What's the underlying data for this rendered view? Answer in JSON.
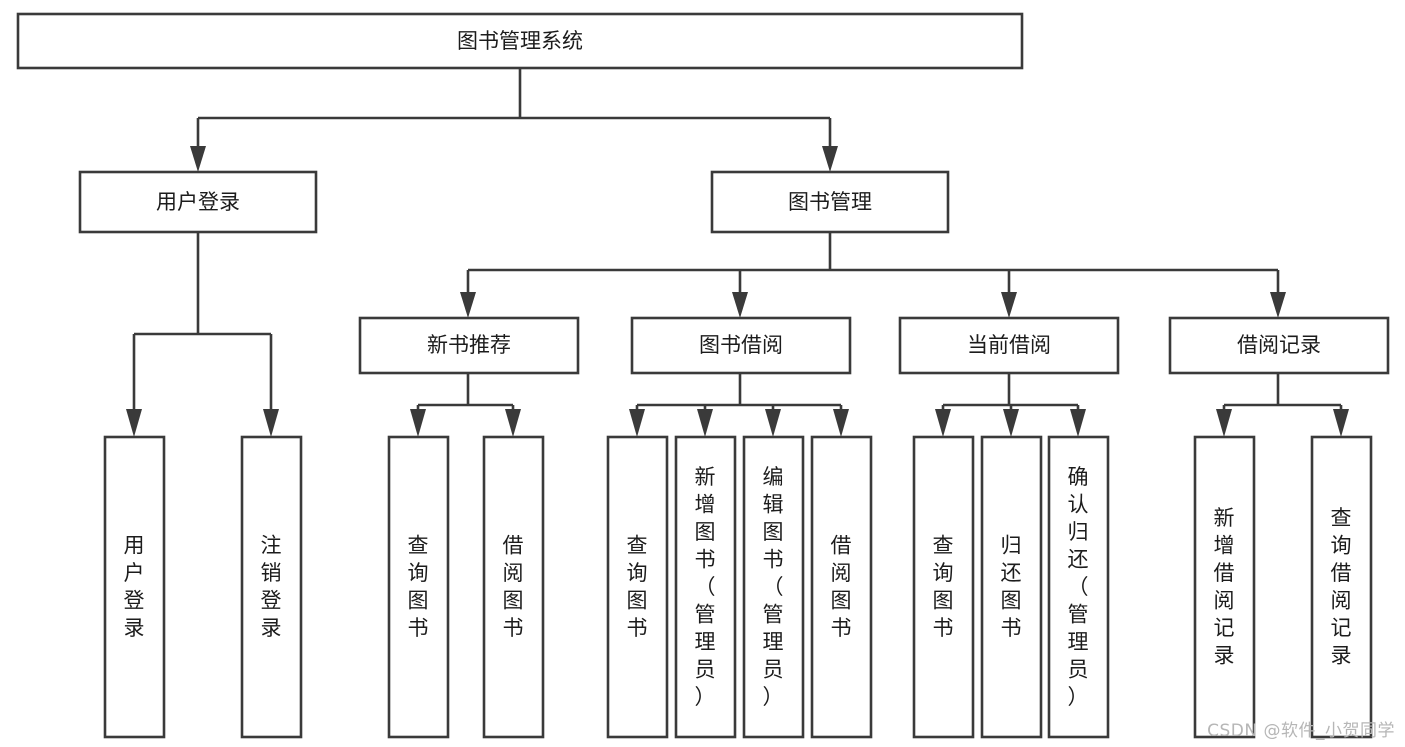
{
  "diagram": {
    "type": "tree",
    "title": "图书管理系统",
    "orientation": "top-down",
    "background_color": "#ffffff",
    "line_color": "#3a3a3a",
    "box_fill": "#ffffff",
    "text_color": "#1c1c1c"
  },
  "root": {
    "label": "图书管理系统"
  },
  "level2": {
    "user_login": {
      "label": "用户登录"
    },
    "book_manage": {
      "label": "图书管理"
    }
  },
  "level3": {
    "new_book_recommend": {
      "label": "新书推荐"
    },
    "book_borrow": {
      "label": "图书借阅"
    },
    "current_borrow": {
      "label": "当前借阅"
    },
    "borrow_record": {
      "label": "借阅记录"
    }
  },
  "leaves": {
    "user_login_children": [
      {
        "label": "用户登录"
      },
      {
        "label": "注销登录"
      }
    ],
    "new_book_recommend_children": [
      {
        "label": "查询图书"
      },
      {
        "label": "借阅图书"
      }
    ],
    "book_borrow_children": [
      {
        "label": "查询图书"
      },
      {
        "label": "新增图书（管理员）"
      },
      {
        "label": "编辑图书（管理员）"
      },
      {
        "label": "借阅图书"
      }
    ],
    "current_borrow_children": [
      {
        "label": "查询图书"
      },
      {
        "label": "归还图书"
      },
      {
        "label": "确认归还（管理员）"
      }
    ],
    "borrow_record_children": [
      {
        "label": "新增借阅记录"
      },
      {
        "label": "查询借阅记录"
      }
    ]
  },
  "watermark": {
    "text": "CSDN @软件_小贺同学"
  }
}
